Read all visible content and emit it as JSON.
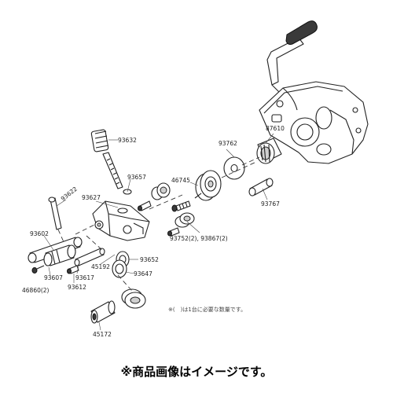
{
  "diagram": {
    "parts": [
      {
        "id": "p93632",
        "label": "93632"
      },
      {
        "id": "p93657",
        "label": "93657"
      },
      {
        "id": "p93622",
        "label": "93622"
      },
      {
        "id": "p93627",
        "label": "93627"
      },
      {
        "id": "p93602",
        "label": "93602"
      },
      {
        "id": "p93607",
        "label": "93607"
      },
      {
        "id": "p46860",
        "label": "46860(2)"
      },
      {
        "id": "p93612",
        "label": "93612"
      },
      {
        "id": "p93617",
        "label": "93617"
      },
      {
        "id": "p45192",
        "label": "45192"
      },
      {
        "id": "p93652",
        "label": "93652"
      },
      {
        "id": "p93647",
        "label": "93647"
      },
      {
        "id": "p45172",
        "label": "45172"
      },
      {
        "id": "p46745",
        "label": "46745"
      },
      {
        "id": "p93752",
        "label": "93752(2), 93867(2)"
      },
      {
        "id": "p93762",
        "label": "93762"
      },
      {
        "id": "p87610",
        "label": "87610"
      },
      {
        "id": "p93767",
        "label": "93767"
      }
    ],
    "footnote": "※(　)は1台に必要な数量です。"
  },
  "caption": "※商品画像はイメージです。"
}
